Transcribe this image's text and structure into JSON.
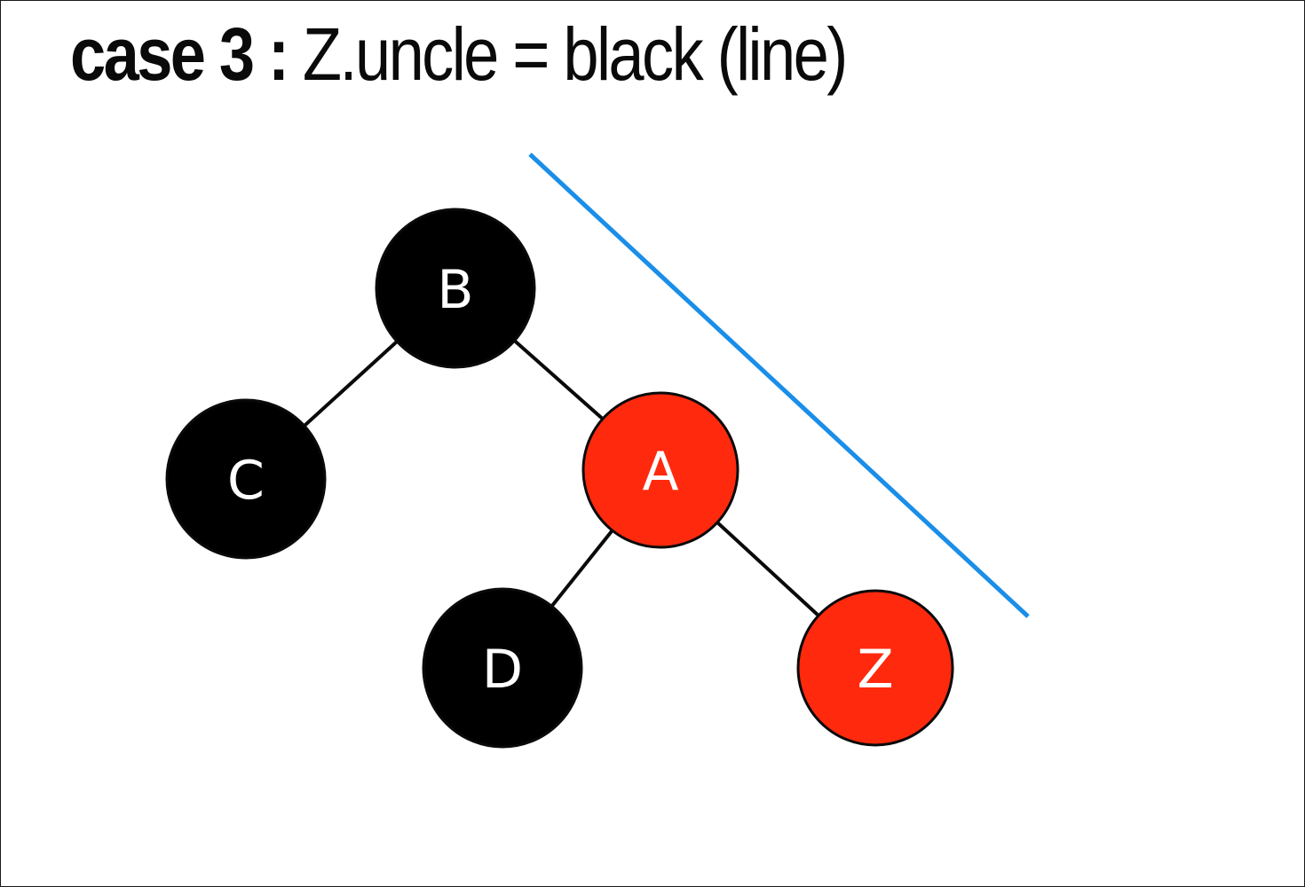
{
  "title": {
    "bold": "case 3 :",
    "rest": "Z.uncle = black (line)"
  },
  "colors": {
    "black_node": "#000000",
    "red_node": "#ff2a0e",
    "node_stroke": "#0a0a0a",
    "edge": "#0a0a0a",
    "highlight_line": "#1a8ee8",
    "label": "#ffffff"
  },
  "tree": {
    "nodes": [
      {
        "id": "B",
        "label": "B",
        "color": "black"
      },
      {
        "id": "C",
        "label": "C",
        "color": "black"
      },
      {
        "id": "A",
        "label": "A",
        "color": "red"
      },
      {
        "id": "D",
        "label": "D",
        "color": "black"
      },
      {
        "id": "Z",
        "label": "Z",
        "color": "red"
      }
    ],
    "edges": [
      {
        "from": "B",
        "to": "C"
      },
      {
        "from": "B",
        "to": "A"
      },
      {
        "from": "A",
        "to": "D"
      },
      {
        "from": "A",
        "to": "Z"
      }
    ]
  }
}
